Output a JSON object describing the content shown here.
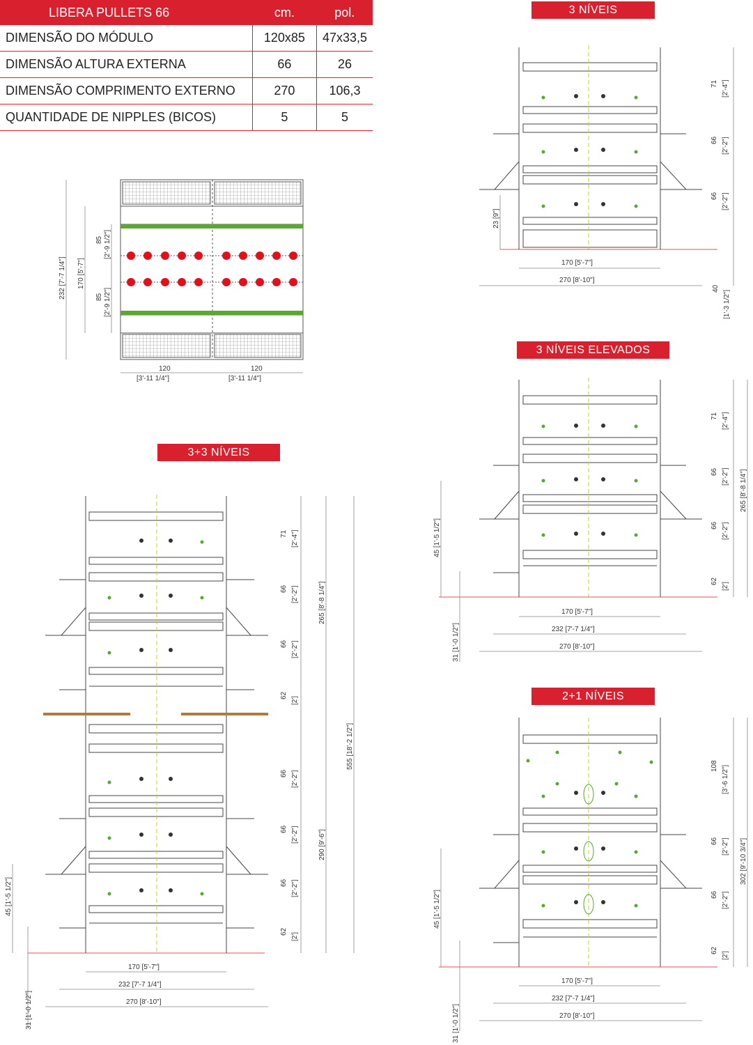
{
  "table": {
    "header": {
      "title": "LIBERA PULLETS 66",
      "col_cm": "cm.",
      "col_pol": "pol."
    },
    "rows": [
      {
        "label": "DIMENSÃO DO MÓDULO",
        "cm": "120x85",
        "pol": "47x33,5"
      },
      {
        "label": "DIMENSÃO ALTURA EXTERNA",
        "cm": "66",
        "pol": "26"
      },
      {
        "label": "DIMENSÃO COMPRIMENTO EXTERNO",
        "cm": "270",
        "pol": "106,3"
      },
      {
        "label": "QUANTIDADE DE NIPPLES (BICOS)",
        "cm": "5",
        "pol": "5"
      }
    ]
  },
  "sections": {
    "three": "3 NÍVEIS",
    "three_elevated": "3 NÍVEIS ELEVADOS",
    "three_plus_three": "3+3 NÍVEIS",
    "two_plus_one": "2+1 NÍVEIS"
  },
  "dims": {
    "d71": "71",
    "d71b": "[2'-4\"]",
    "d66": "66",
    "d66b": "[2'-2\"]",
    "d62": "62",
    "d62b": "[2']",
    "d108": "108",
    "d108b": "[3'-6 1/2\"]",
    "d23": "23 [9\"]",
    "d40": "40",
    "d40b": "[1'-3 1/2\"]",
    "d45": "45 [1'-5 1/2\"]",
    "d31": "31 [1'-0 1/2\"]",
    "d170": "170 [5'-7\"]",
    "d232": "232 [7'-7 1/4\"]",
    "d270": "270 [8'-10\"]",
    "d265": "265 [8'-8 1/4\"]",
    "d290": "290 [9'-6\"]",
    "d555": "555 [18'-2 1/2\"]",
    "d302": "302 [9'-10 3/4\"]",
    "d120": "120",
    "d120b": "[3'-11 1/4\"]",
    "d85": "85",
    "d85b": "[2'-9 1/2\"]",
    "d170v": "170 [5'-7\"]",
    "d232v": "232 [7'-7 1/4\"]"
  },
  "colors": {
    "accent": "#d9202e",
    "green": "#5aa832",
    "line": "#444"
  }
}
